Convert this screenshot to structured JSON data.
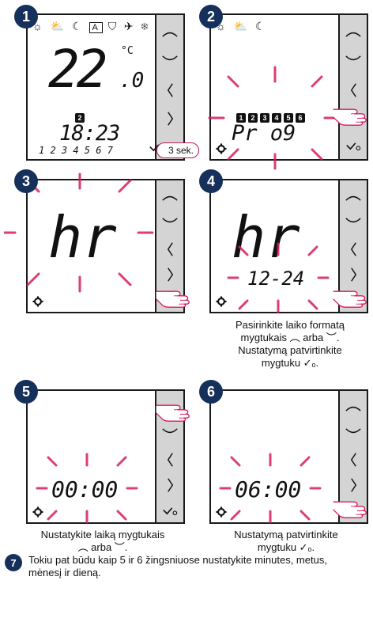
{
  "steps": {
    "s1": {
      "num": "1",
      "temp_main": "22",
      "temp_dec": ".0",
      "unit": "°C",
      "day_badge": "2",
      "clock": "18:23",
      "days": "1 2 3 4 5 6 7",
      "hold_label": "3 sek."
    },
    "s2": {
      "num": "2",
      "prog_text": "Pr o9",
      "days": [
        "1",
        "2",
        "3",
        "4",
        "5",
        "6"
      ]
    },
    "s3": {
      "num": "3",
      "lcd": "hr"
    },
    "s4": {
      "num": "4",
      "lcd": "hr",
      "sub": "12-24",
      "caption1": "Pasirinkite laiko formatą",
      "caption2": "mygtukais ︵ arba ︶.",
      "caption3": "Nustatymą patvirtinkite",
      "caption4": "mygtuku ✓ₒ."
    },
    "s5": {
      "num": "5",
      "clock": "00:00",
      "caption1": "Nustatykite laiką mygtukais",
      "caption2": "︵ arba ︶."
    },
    "s6": {
      "num": "6",
      "clock": "06:00",
      "caption1": "Nustatymą patvirtinkite",
      "caption2": "mygtuku ✓ₒ."
    },
    "s7": {
      "num": "7",
      "text": "Tokiu pat būdu kaip 5 ir 6 žingsniuose nustatykite minutes, metus, mėnesį ir dieną."
    }
  },
  "colors": {
    "accent": "#d81b60",
    "badge": "#15305a",
    "strip": "#d4d4d4"
  },
  "icons": [
    "up-chevron-icon",
    "down-chevron-icon",
    "left-chevron-icon",
    "right-chevron-icon",
    "confirm-check-icon",
    "gear-icon",
    "pointing-hand-icon"
  ]
}
